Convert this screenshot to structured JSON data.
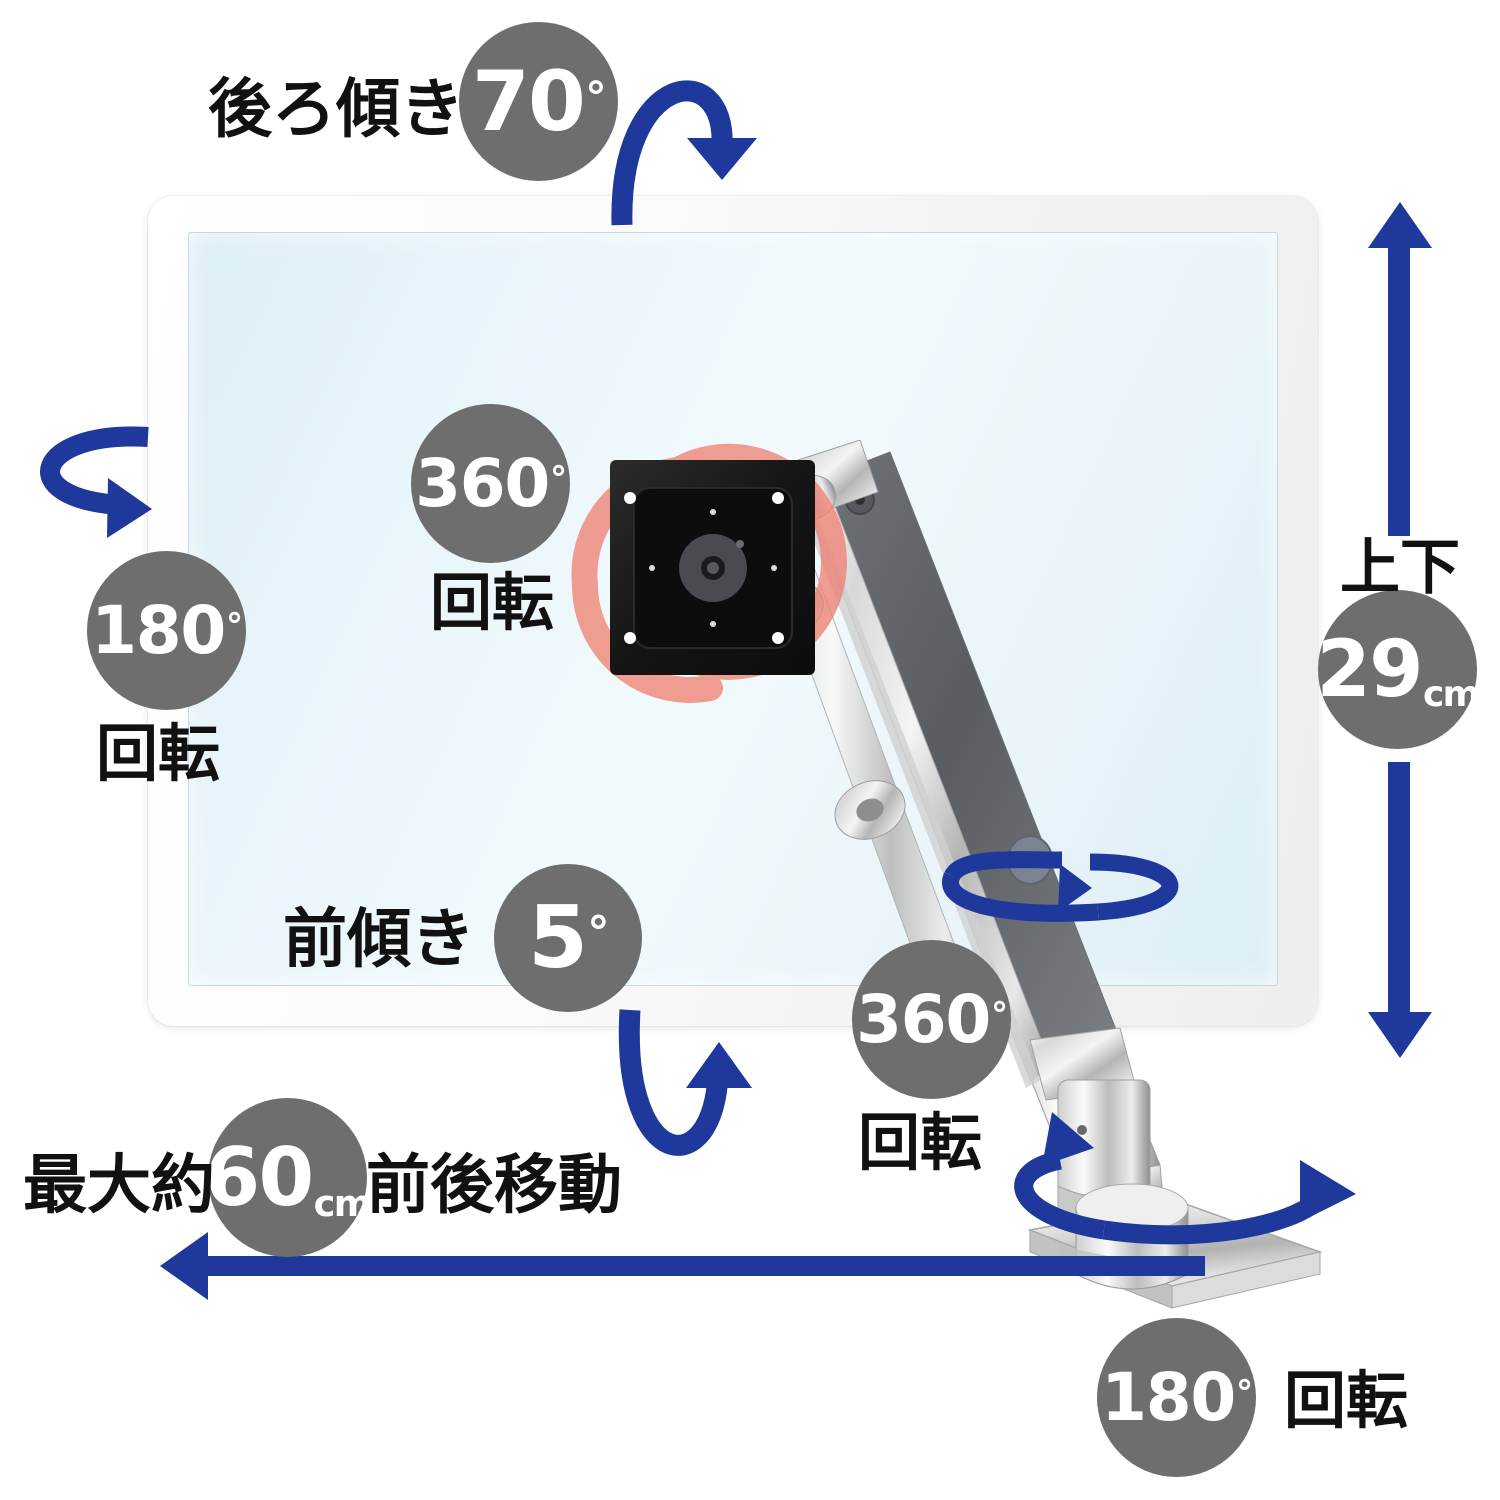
{
  "colors": {
    "arrow_blue": "#1F389B",
    "badge_gray": "#6E6E6E",
    "highlight_red": "#EF8274",
    "bezel_white": "#F4F4F4",
    "screen_blue": "#E6F4F9",
    "text_black": "#111111"
  },
  "product": {
    "device": "monitor",
    "mount": "gas-spring-monitor-arm",
    "vesa_plate": "black-vesa-plate",
    "base": "desk-clamp-base"
  },
  "badges": {
    "tilt_back": {
      "value": "70",
      "suffix": "deg",
      "label": "後ろ傾き"
    },
    "rotate_left": {
      "value": "180",
      "suffix": "deg",
      "label": "回転"
    },
    "rotate_vesa": {
      "value": "360",
      "suffix": "deg",
      "label": "回転"
    },
    "height": {
      "value": "29",
      "suffix": "cm",
      "label": "上下"
    },
    "tilt_front": {
      "value": "5",
      "suffix": "deg",
      "label": "前傾き"
    },
    "rotate_arm": {
      "value": "360",
      "suffix": "deg",
      "label": "回転"
    },
    "reach": {
      "value": "60",
      "suffix": "cm",
      "label_prefix": "最大約",
      "label_suffix": "前後移動"
    },
    "rotate_base": {
      "value": "180",
      "suffix": "deg",
      "label": "回転"
    }
  },
  "symbols": {
    "degree": "°",
    "cm": "cm"
  },
  "arrows": [
    {
      "name": "tilt-back-curved-arrow",
      "direction": "over-the-top-downward"
    },
    {
      "name": "rotate-left-curved-arrow",
      "direction": "leftward-loop-rightward"
    },
    {
      "name": "height-up-arrow",
      "direction": "up"
    },
    {
      "name": "height-down-arrow",
      "direction": "down"
    },
    {
      "name": "tilt-front-curved-arrow",
      "direction": "under-the-bottom-upward"
    },
    {
      "name": "rotate-arm-ellipse-arrow",
      "direction": "bidirectional-horizontal-ellipse"
    },
    {
      "name": "rotate-base-ellipse-arrow",
      "direction": "bidirectional-horizontal-ellipse"
    },
    {
      "name": "reach-left-arrow",
      "direction": "left"
    }
  ]
}
